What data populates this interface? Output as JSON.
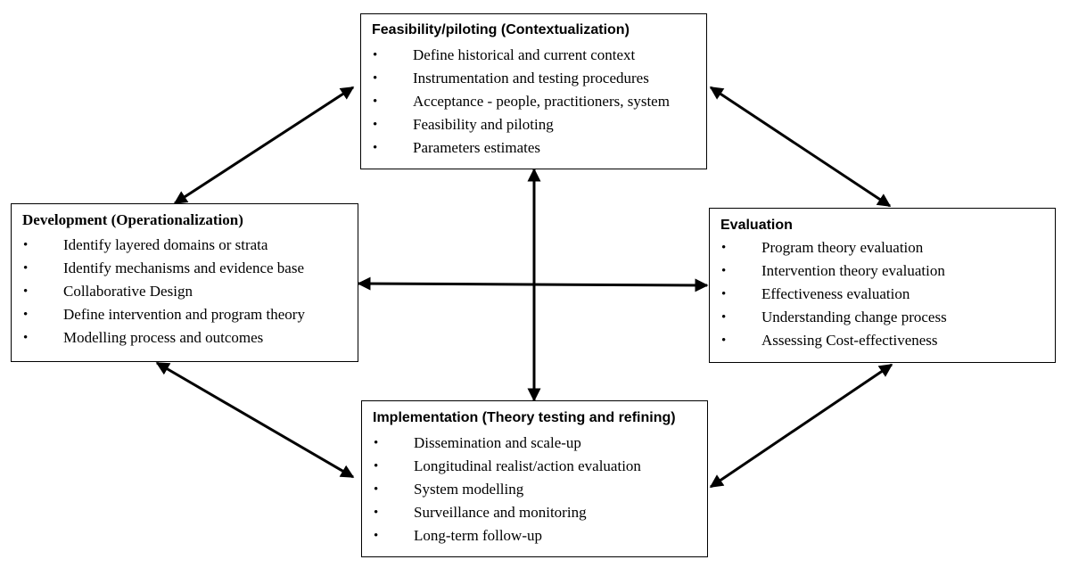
{
  "boxes": {
    "top": {
      "title": "Feasibility/piloting (Contextualization)",
      "items": [
        "Define historical and current context",
        "Instrumentation and testing procedures",
        "Acceptance - people, practitioners, system",
        "Feasibility and piloting",
        "Parameters estimates"
      ]
    },
    "left": {
      "title": "Development (Operationalization)",
      "items": [
        "Identify layered domains or strata",
        "Identify mechanisms and evidence base",
        "Collaborative Design",
        "Define intervention and program theory",
        "Modelling process and outcomes"
      ]
    },
    "right": {
      "title": "Evaluation",
      "items": [
        "Program theory evaluation",
        "Intervention theory evaluation",
        "Effectiveness evaluation",
        "Understanding change process",
        "Assessing Cost-effectiveness"
      ]
    },
    "bottom": {
      "title": "Implementation (Theory testing and refining)",
      "items": [
        "Dissemination and scale-up",
        "Longitudinal realist/action evaluation",
        "System modelling",
        "Surveillance and monitoring",
        "Long-term follow-up"
      ]
    }
  },
  "bullet_symbol": "•",
  "colors": {
    "line": "#000000",
    "background": "#ffffff"
  }
}
